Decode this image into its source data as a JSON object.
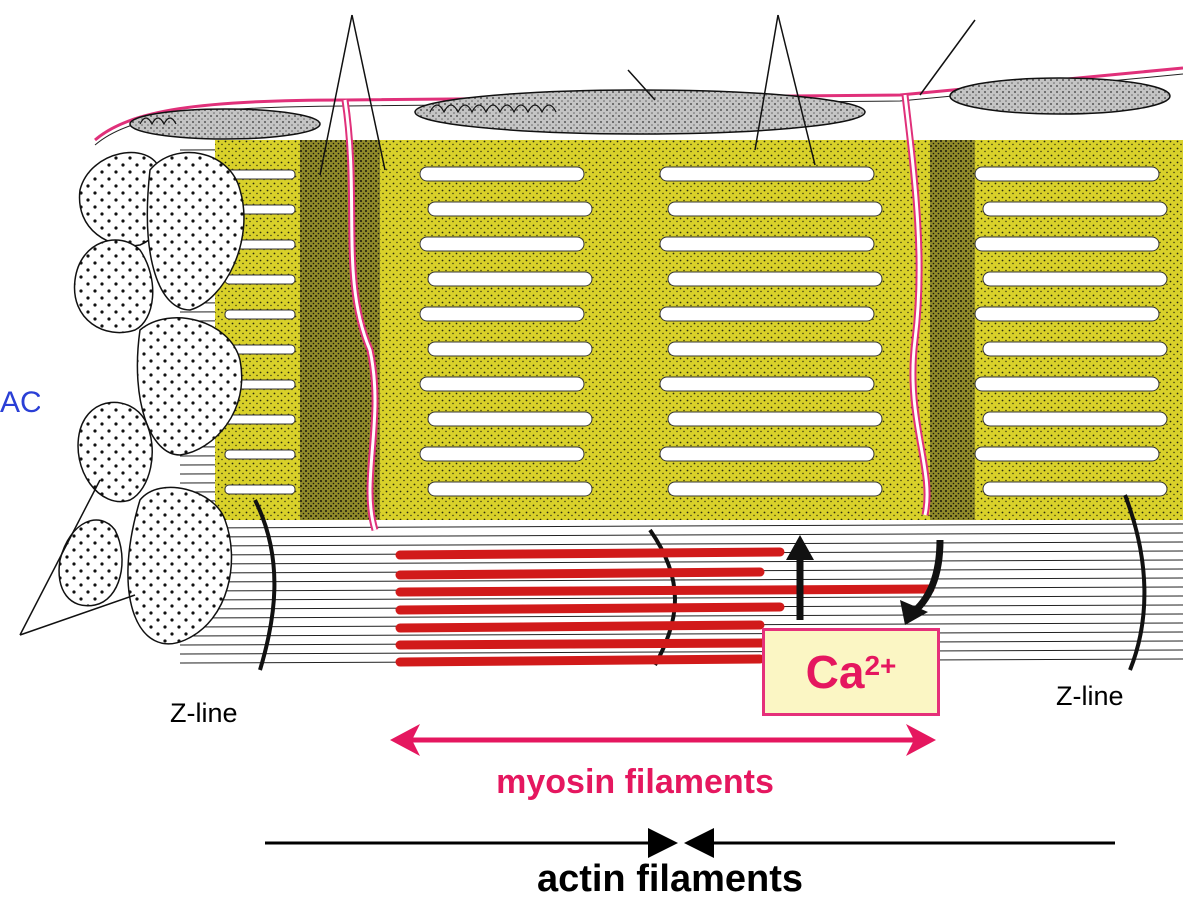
{
  "labels": {
    "z_line_left": "Z-line",
    "z_line_right": "Z-line",
    "sac_partial": "AC",
    "myosin": "myosin filaments",
    "actin": "actin filaments",
    "calcium_symbol": "Ca",
    "calcium_charge": "2+"
  },
  "colors": {
    "reticulum_fill": "#d9d12a",
    "membrane": "#e0307a",
    "myosin_arrow": "#e5175f",
    "contracting_filaments": "#d11a1a",
    "label_box_fill": "#fbf6c4",
    "sac_label": "#2a3fd6"
  }
}
